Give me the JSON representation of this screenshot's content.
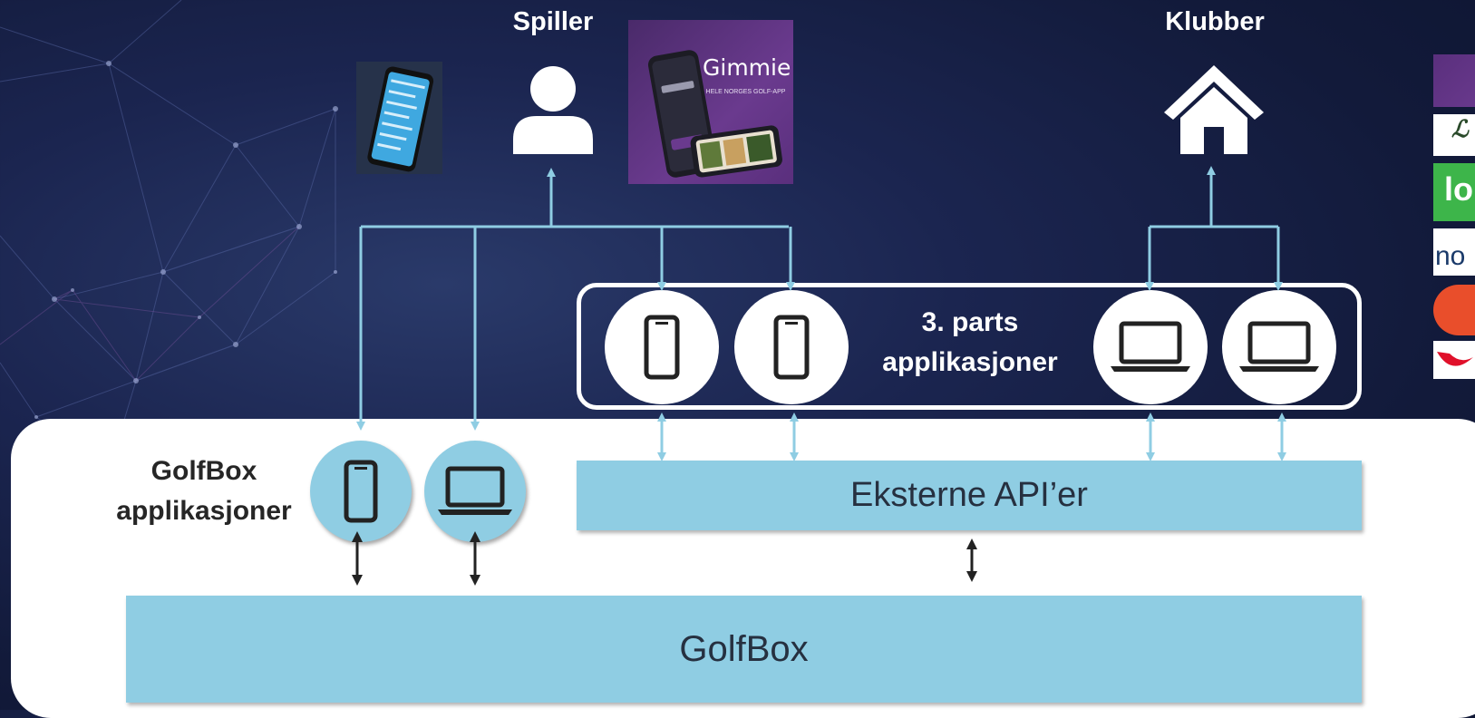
{
  "titles": {
    "player": "Spiller",
    "clubs": "Klubber"
  },
  "third_party": {
    "label_line1": "3. parts",
    "label_line2": "applikasjoner"
  },
  "golfbox_apps": {
    "label_line1": "GolfBox",
    "label_line2": "applikasjoner"
  },
  "external_api": {
    "label": "Eksterne API’er"
  },
  "golfbox": {
    "label": "GolfBox"
  },
  "gimmie_promo": {
    "logo_text": "Gimmie",
    "tagline": "HELE NORGES GOLF-APP"
  },
  "colors": {
    "connector": "#8fcde3",
    "box_fill": "#8fcde3",
    "panel": "#ffffff",
    "background": "#141c3e"
  },
  "icons": {
    "player": "person-icon",
    "clubs": "house-icon",
    "phone": "smartphone-icon",
    "laptop": "laptop-icon"
  }
}
